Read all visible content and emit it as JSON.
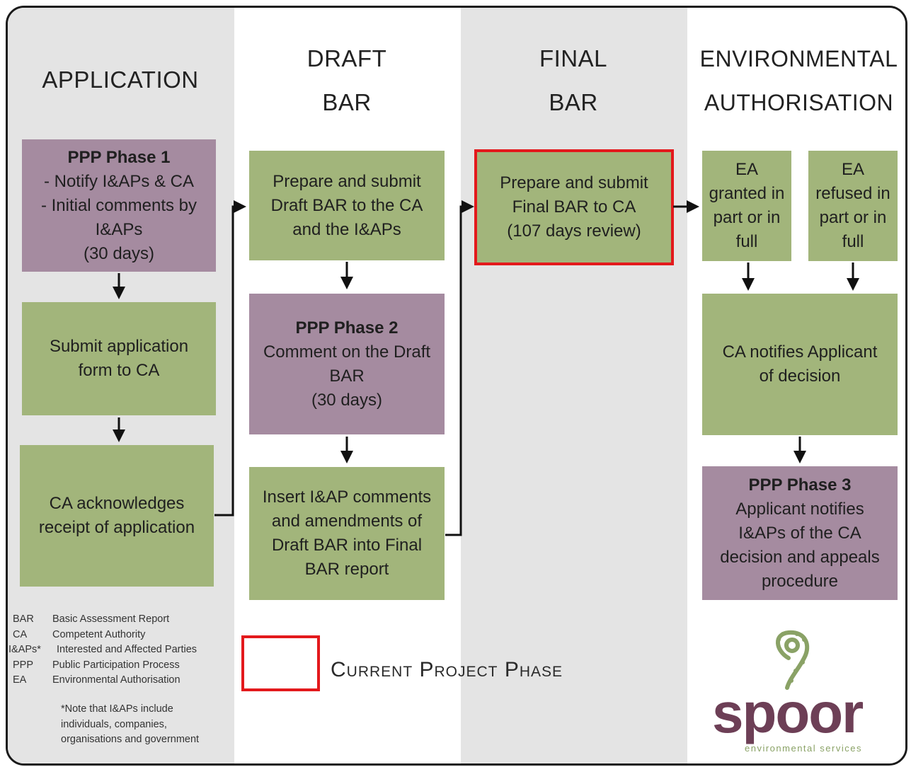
{
  "headers": {
    "application": [
      "APPLICATION"
    ],
    "draft_bar": [
      "DRAFT",
      "BAR"
    ],
    "final_bar": [
      "FINAL",
      "BAR"
    ],
    "environmental_authorisation": [
      "ENVIRONMENTAL",
      "AUTHORISATION"
    ]
  },
  "boxes": {
    "ppp_phase_1": {
      "title": "PPP Phase 1",
      "lines": [
        "- Notify I&APs & CA",
        "- Initial comments by",
        "I&APs",
        "(30 days)"
      ]
    },
    "submit_application": {
      "lines": [
        "Submit application",
        "form to CA"
      ]
    },
    "ca_acknowledges": {
      "lines": [
        "CA acknowledges",
        "receipt of application"
      ]
    },
    "prepare_draft": {
      "lines": [
        "Prepare and submit",
        "Draft BAR to the CA",
        "and the I&APs"
      ]
    },
    "ppp_phase_2": {
      "title": "PPP Phase 2",
      "lines": [
        "Comment on the Draft",
        "BAR",
        "(30 days)"
      ]
    },
    "insert_comments": {
      "lines": [
        "Insert I&AP comments",
        "and amendments of",
        "Draft BAR into Final",
        "BAR report"
      ]
    },
    "prepare_final": {
      "lines": [
        "Prepare and submit",
        "Final BAR to CA",
        "(107 days review)"
      ]
    },
    "ea_granted": {
      "lines": [
        "EA",
        "granted in",
        "part or in",
        "full"
      ]
    },
    "ea_refused": {
      "lines": [
        "EA",
        "refused in",
        "part or in",
        "full"
      ]
    },
    "ca_notifies": {
      "lines": [
        "CA notifies Applicant",
        "of decision"
      ]
    },
    "ppp_phase_3": {
      "title": "PPP Phase 3",
      "lines": [
        "Applicant notifies",
        "I&APs of the CA",
        "decision and appeals",
        "procedure"
      ]
    }
  },
  "legend": {
    "items": [
      {
        "abbr": "BAR",
        "meaning": "Basic Assessment Report"
      },
      {
        "abbr": "CA",
        "meaning": "Competent Authority"
      },
      {
        "abbr": "I&APs*",
        "meaning": "Interested and Affected Parties"
      },
      {
        "abbr": "PPP",
        "meaning": "Public Participation Process"
      },
      {
        "abbr": "EA",
        "meaning": "Environmental Authorisation"
      }
    ],
    "note": [
      "*Note that I&APs include",
      "individuals, companies,",
      "organisations and government"
    ]
  },
  "current_phase_label": "Current Project Phase",
  "current_phase": "prepare_final",
  "logo": {
    "word": "spoor",
    "tagline": "environmental services"
  },
  "colors": {
    "green_box": "#a2b57b",
    "purple_box": "#a58ba0",
    "highlight": "#e3191c",
    "grey_column": "#e4e4e4",
    "logo_purple": "#6d3f56",
    "logo_green": "#8aa266"
  }
}
